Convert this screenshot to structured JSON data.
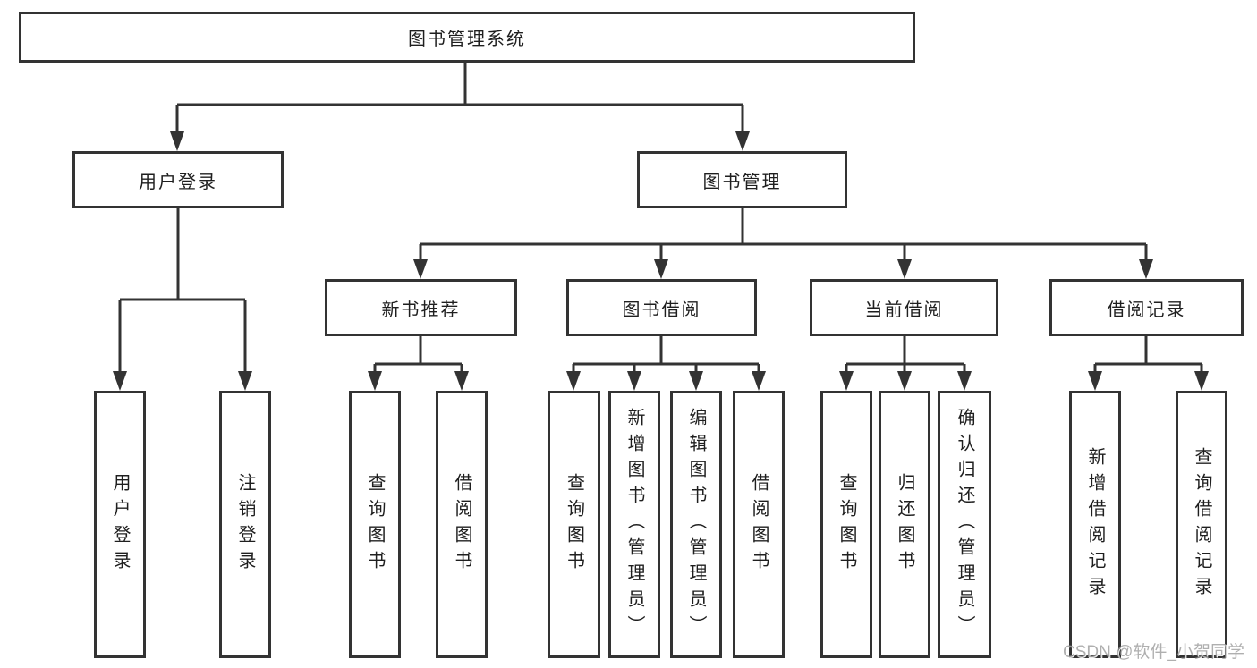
{
  "diagram": {
    "type": "tree-structure-chart",
    "colors": {
      "line": "#333333",
      "box_border": "#333333",
      "box_fill": "#ffffff",
      "text": "#1f1f1f",
      "background": "#ffffff",
      "watermark_text_color": "#949494"
    },
    "tree": {
      "root": {
        "label": "图书管理系统",
        "children": [
          {
            "label": "用户登录",
            "children": [
              {
                "label": "用户登录"
              },
              {
                "label": "注销登录"
              }
            ]
          },
          {
            "label": "图书管理",
            "children": [
              {
                "label": "新书推荐",
                "children": [
                  {
                    "label": "查询图书"
                  },
                  {
                    "label": "借阅图书"
                  }
                ]
              },
              {
                "label": "图书借阅",
                "children": [
                  {
                    "label": "查询图书"
                  },
                  {
                    "label": "新增图书（管理员）"
                  },
                  {
                    "label": "编辑图书（管理员）"
                  },
                  {
                    "label": "借阅图书"
                  }
                ]
              },
              {
                "label": "当前借阅",
                "children": [
                  {
                    "label": "查询图书"
                  },
                  {
                    "label": "归还图书"
                  },
                  {
                    "label": "确认归还（管理员）"
                  }
                ]
              },
              {
                "label": "借阅记录",
                "children": [
                  {
                    "label": "新增借阅记录"
                  },
                  {
                    "label": "查询借阅记录"
                  }
                ]
              }
            ]
          }
        ]
      }
    },
    "watermark": {
      "text": "CSDN @软件_小贺同学"
    }
  }
}
